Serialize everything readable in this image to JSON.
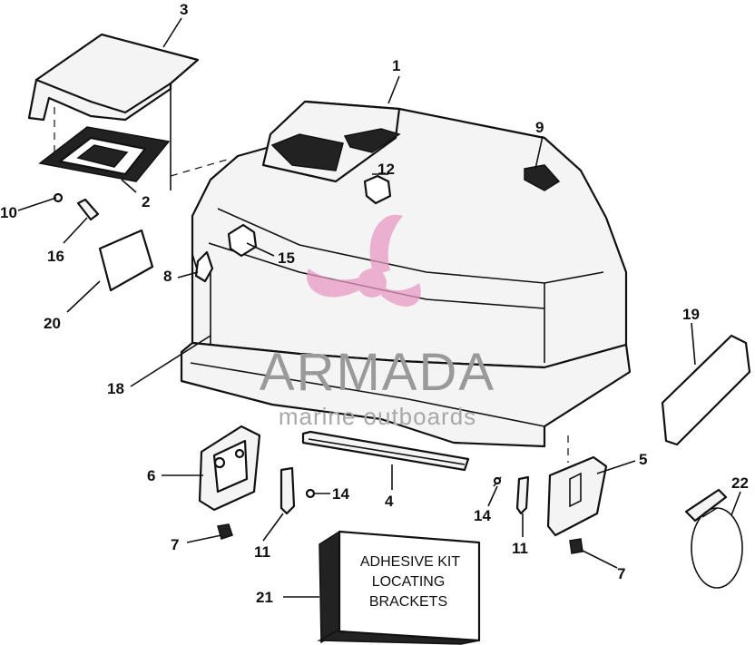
{
  "watermark": {
    "brand": "ARMADA",
    "tagline": "marine outboards",
    "brand_color": "#e89ac4"
  },
  "kit_box": {
    "lines": [
      "ADHESIVE KIT",
      "LOCATING",
      "BRACKETS"
    ]
  },
  "callouts": [
    {
      "id": "c1",
      "label": "1"
    },
    {
      "id": "c2",
      "label": "2"
    },
    {
      "id": "c3",
      "label": "3"
    },
    {
      "id": "c4",
      "label": "4"
    },
    {
      "id": "c5",
      "label": "5"
    },
    {
      "id": "c6",
      "label": "6"
    },
    {
      "id": "c7a",
      "label": "7"
    },
    {
      "id": "c7b",
      "label": "7"
    },
    {
      "id": "c8",
      "label": "8"
    },
    {
      "id": "c9",
      "label": "9"
    },
    {
      "id": "c10",
      "label": "10"
    },
    {
      "id": "c11a",
      "label": "11"
    },
    {
      "id": "c11b",
      "label": "11"
    },
    {
      "id": "c12",
      "label": "12"
    },
    {
      "id": "c14a",
      "label": "14"
    },
    {
      "id": "c14b",
      "label": "14"
    },
    {
      "id": "c15",
      "label": "15"
    },
    {
      "id": "c16",
      "label": "16"
    },
    {
      "id": "c18",
      "label": "18"
    },
    {
      "id": "c19",
      "label": "19"
    },
    {
      "id": "c20",
      "label": "20"
    },
    {
      "id": "c21",
      "label": "21"
    },
    {
      "id": "c22",
      "label": "22"
    }
  ]
}
